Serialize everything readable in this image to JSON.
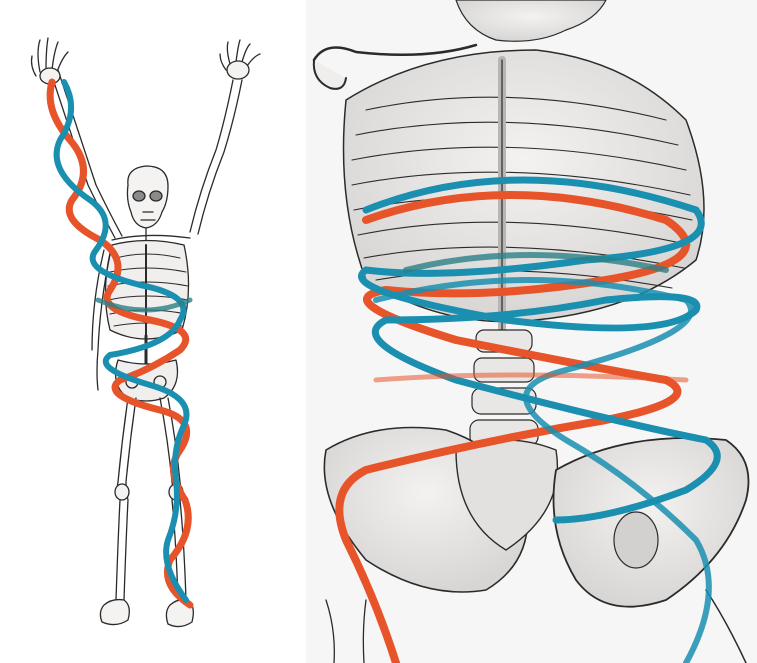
{
  "figure": {
    "panels": [
      {
        "id": "full-body",
        "content": "skeleton-with-spiral-bands"
      },
      {
        "id": "torso-closeup",
        "content": "ribcage-and-pelvis-with-spiral-bands"
      }
    ],
    "colors": {
      "band_orange": "#e8542a",
      "band_teal": "#1a8fb0",
      "band_dark_teal": "#2a7f86",
      "bone_outline": "#2b2b2b",
      "bone_fill": "#e6e4e3",
      "background": "#f7f6f6"
    }
  }
}
